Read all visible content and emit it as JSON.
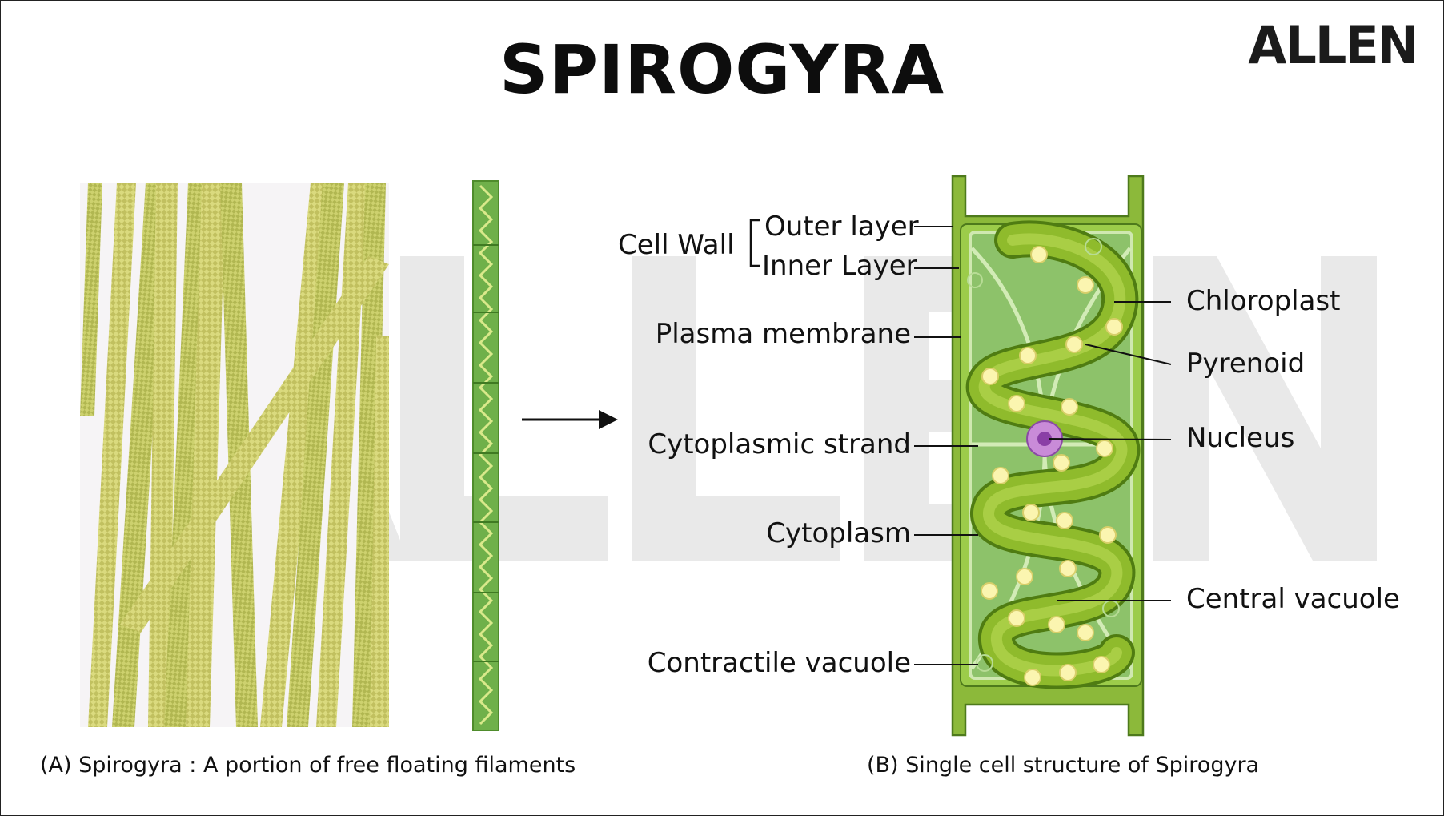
{
  "title": "SPIROGYRA",
  "logo_text": "ALLEN",
  "captions": {
    "left": "(A) Spirogyra : A portion of free floating filaments",
    "right": "(B) Single cell structure of Spirogyra"
  },
  "labels": {
    "cell_wall": "Cell Wall",
    "outer_layer": "Outer layer",
    "inner_layer": "Inner Layer",
    "plasma_membrane": "Plasma membrane",
    "cytoplasmic_strand": "Cytoplasmic strand",
    "cytoplasm": "Cytoplasm",
    "contractile_vacuole": "Contractile vacuole",
    "chloroplast": "Chloroplast",
    "pyrenoid": "Pyrenoid",
    "nucleus": "Nucleus",
    "central_vacuole": "Central vacuole"
  },
  "colors": {
    "cell_wall": "#8cb93a",
    "cytoplasm": "#8dc26a",
    "chloroplast": "#7aa82a",
    "pyrenoid": "#fbf5b0",
    "nucleus": "#c98bd8",
    "filament": "#c9cf5a",
    "watermark": "#e8e8e8"
  }
}
